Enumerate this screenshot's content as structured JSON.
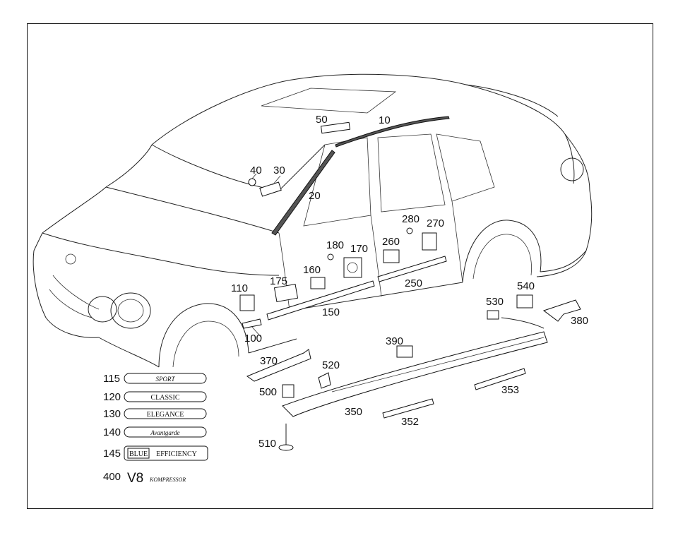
{
  "callouts": {
    "c10": "10",
    "c20": "20",
    "c30": "30",
    "c40": "40",
    "c50": "50",
    "c100": "100",
    "c110": "110",
    "c150": "150",
    "c160": "160",
    "c170": "170",
    "c175": "175",
    "c180": "180",
    "c250": "250",
    "c260": "260",
    "c270": "270",
    "c280": "280",
    "c350": "350",
    "c352": "352",
    "c353": "353",
    "c370": "370",
    "c380": "380",
    "c390": "390",
    "c500": "500",
    "c510": "510",
    "c520": "520",
    "c530": "530",
    "c540": "540"
  },
  "badges": [
    {
      "num": "115",
      "text": "SPORT"
    },
    {
      "num": "120",
      "text": "CLASSIC"
    },
    {
      "num": "130",
      "text": "ELEGANCE"
    },
    {
      "num": "140",
      "text": "Avantgarde"
    },
    {
      "num": "145",
      "text_a": "BLUE",
      "text_b": "EFFICIENCY"
    },
    {
      "num": "400",
      "text_a": "V8",
      "text_b": "KOMPRESSOR"
    }
  ]
}
